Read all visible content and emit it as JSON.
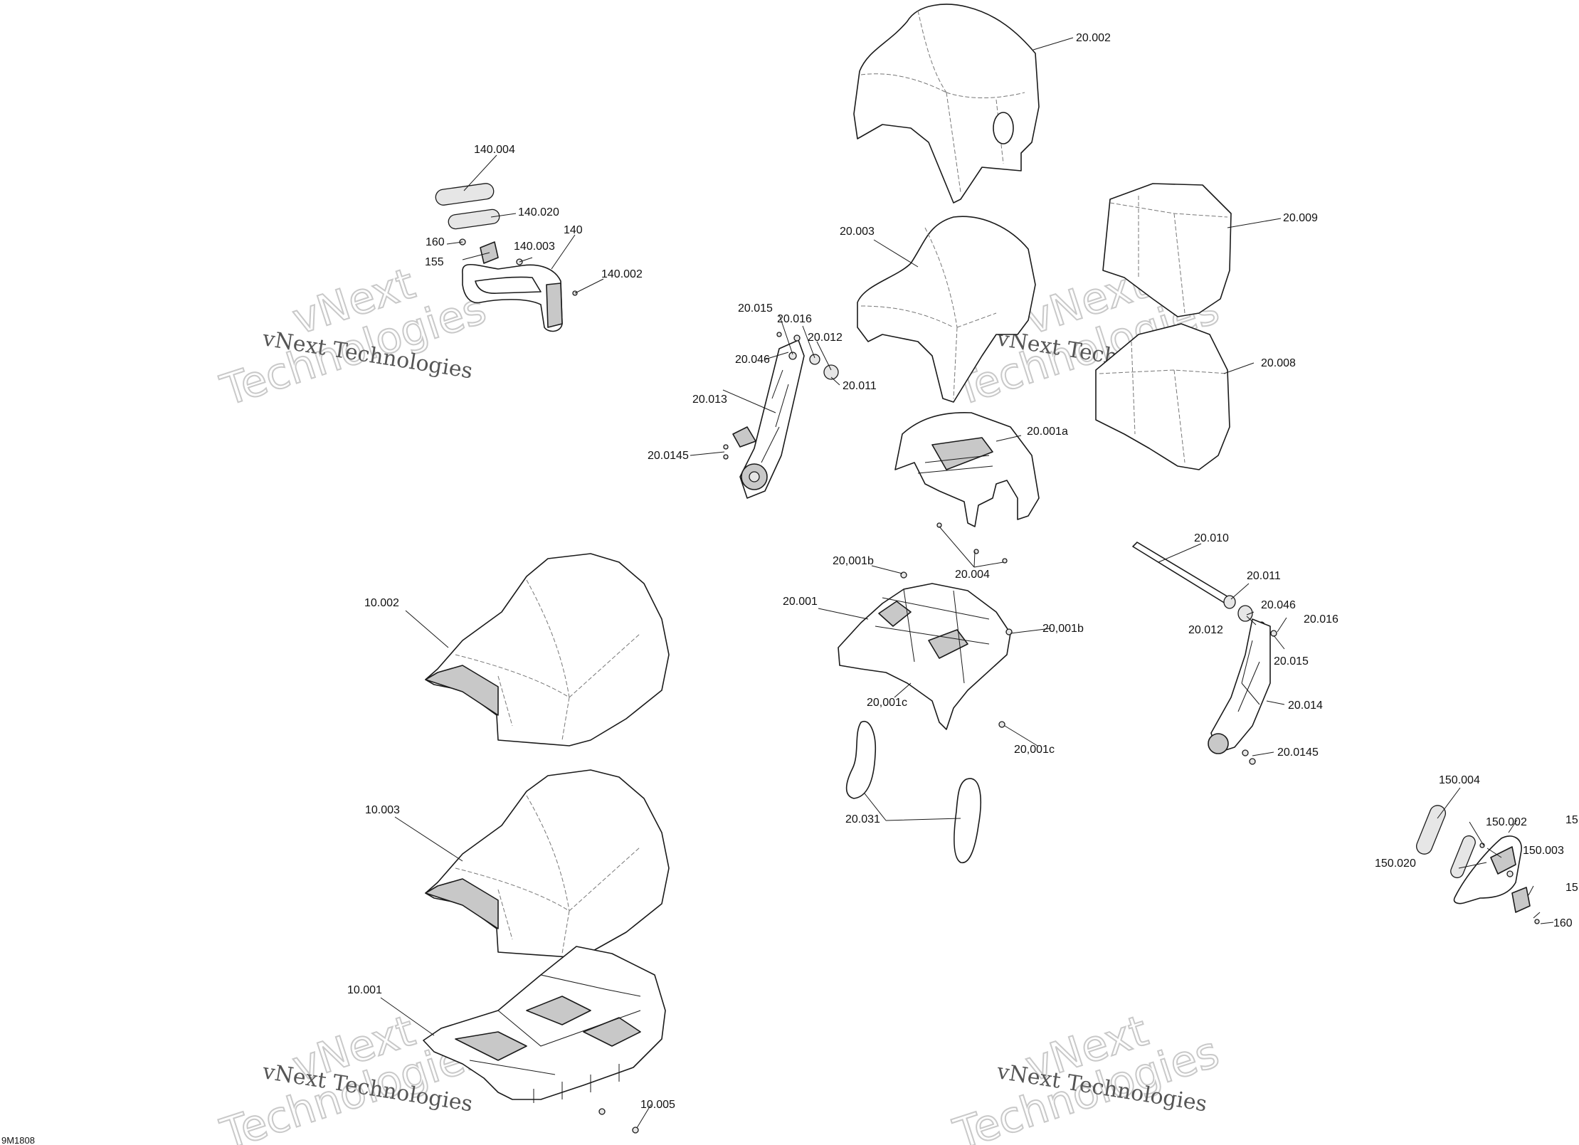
{
  "diagram": {
    "figure_id": "9M1808",
    "watermark_text": "vNext Technologies",
    "watermark_big_line1": "vNext",
    "watermark_big_line2": "Technologies",
    "callouts": [
      {
        "id": "c1",
        "text": "140.004"
      },
      {
        "id": "c2",
        "text": "140.020"
      },
      {
        "id": "c3",
        "text": "140"
      },
      {
        "id": "c4",
        "text": "160"
      },
      {
        "id": "c5",
        "text": "140.003"
      },
      {
        "id": "c6",
        "text": "155"
      },
      {
        "id": "c7",
        "text": "140.002"
      },
      {
        "id": "c8",
        "text": "20.002"
      },
      {
        "id": "c9",
        "text": "20.003"
      },
      {
        "id": "c10",
        "text": "20.009"
      },
      {
        "id": "c11",
        "text": "20.008"
      },
      {
        "id": "c12",
        "text": "20.015"
      },
      {
        "id": "c13",
        "text": "20.016"
      },
      {
        "id": "c14",
        "text": "20.012"
      },
      {
        "id": "c15",
        "text": "20.046"
      },
      {
        "id": "c16",
        "text": "20.011"
      },
      {
        "id": "c17",
        "text": "20.013"
      },
      {
        "id": "c18",
        "text": "20.001a"
      },
      {
        "id": "c19",
        "text": "20.0145"
      },
      {
        "id": "c20",
        "text": "20.004"
      },
      {
        "id": "c21",
        "text": "20,001b"
      },
      {
        "id": "c22",
        "text": "20.001"
      },
      {
        "id": "c23",
        "text": "20,001b"
      },
      {
        "id": "c24",
        "text": "20,001c"
      },
      {
        "id": "c25",
        "text": "20,001c"
      },
      {
        "id": "c26",
        "text": "20.031"
      },
      {
        "id": "c27",
        "text": "20.010"
      },
      {
        "id": "c28",
        "text": "20.011"
      },
      {
        "id": "c29",
        "text": "20.046"
      },
      {
        "id": "c30",
        "text": "20.012"
      },
      {
        "id": "c31",
        "text": "20.016"
      },
      {
        "id": "c32",
        "text": "20.015"
      },
      {
        "id": "c33",
        "text": "20.014"
      },
      {
        "id": "c34",
        "text": "20.0145"
      },
      {
        "id": "c35",
        "text": "10.002"
      },
      {
        "id": "c36",
        "text": "10.003"
      },
      {
        "id": "c37",
        "text": "10.001"
      },
      {
        "id": "c38",
        "text": "10.005"
      },
      {
        "id": "c39",
        "text": "150.004"
      },
      {
        "id": "c40",
        "text": "150.002"
      },
      {
        "id": "c41",
        "text": "15"
      },
      {
        "id": "c42",
        "text": "150.003"
      },
      {
        "id": "c43",
        "text": "150.020"
      },
      {
        "id": "c44",
        "text": "15"
      },
      {
        "id": "c45",
        "text": "160"
      }
    ]
  }
}
